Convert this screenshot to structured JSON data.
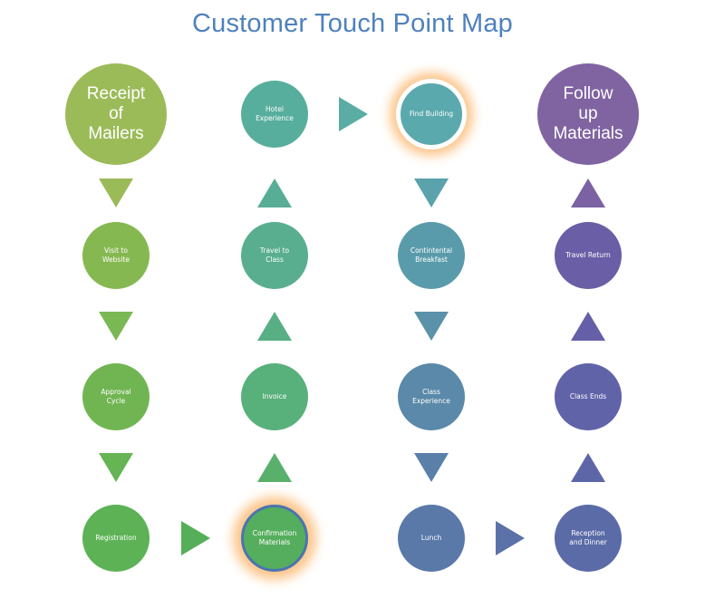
{
  "title": "Customer Touch Point Map",
  "colors": {
    "title": "#4f81bd",
    "highlight_glow": "#fcc58a",
    "highlight_border_blue": "#4a74b0"
  },
  "nodes": [
    {
      "id": "receipt-of-mailers",
      "label": "Receipt\nof\nMailers",
      "size": "big",
      "color": "#9bbb59",
      "col": 0,
      "row": 0
    },
    {
      "id": "visit-to-website",
      "label": "Visit to\nWebsite",
      "size": "small",
      "color": "#86b852",
      "col": 0,
      "row": 1
    },
    {
      "id": "approval-cycle",
      "label": "Approval\nCycle",
      "size": "small",
      "color": "#70b552",
      "col": 0,
      "row": 2
    },
    {
      "id": "registration",
      "label": "Registration",
      "size": "small",
      "color": "#5cb255",
      "col": 0,
      "row": 3
    },
    {
      "id": "confirmation-materials",
      "label": "Confirmation\nMaterials",
      "size": "small",
      "color": "#55ae5e",
      "col": 1,
      "row": 3,
      "highlight": "blue"
    },
    {
      "id": "invoice",
      "label": "Invoice",
      "size": "small",
      "color": "#58b07a",
      "col": 1,
      "row": 2
    },
    {
      "id": "travel-to-class",
      "label": "Travel to\nClass",
      "size": "small",
      "color": "#58ae8e",
      "col": 1,
      "row": 1
    },
    {
      "id": "hotel-experience",
      "label": "Hotel\nExperience",
      "size": "small",
      "color": "#58ae9c",
      "col": 1,
      "row": 0
    },
    {
      "id": "find-building",
      "label": "Find Building",
      "size": "small",
      "color": "#5aa9ad",
      "col": 2,
      "row": 0,
      "highlight": "white"
    },
    {
      "id": "continental-breakfast",
      "label": "Contintental\nBreakfast",
      "size": "small",
      "color": "#5a9bab",
      "col": 2,
      "row": 1
    },
    {
      "id": "class-experience",
      "label": "Class\nExperience",
      "size": "small",
      "color": "#5a89a9",
      "col": 2,
      "row": 2
    },
    {
      "id": "lunch",
      "label": "Lunch",
      "size": "small",
      "color": "#5a78a8",
      "col": 2,
      "row": 3
    },
    {
      "id": "reception-and-dinner",
      "label": "Reception\nand Dinner",
      "size": "small",
      "color": "#5b6ba8",
      "col": 3,
      "row": 3
    },
    {
      "id": "class-ends",
      "label": "Class Ends",
      "size": "small",
      "color": "#6063a8",
      "col": 3,
      "row": 2
    },
    {
      "id": "travel-return",
      "label": "Travel Return",
      "size": "small",
      "color": "#6a5ea6",
      "col": 3,
      "row": 1
    },
    {
      "id": "follow-up-materials",
      "label": "Follow\nup\nMaterials",
      "size": "big",
      "color": "#8064a2",
      "col": 3,
      "row": 0
    }
  ],
  "arrows": [
    {
      "dir": "down",
      "col": 0,
      "gap": 0,
      "color": "#9bbb59"
    },
    {
      "dir": "down",
      "col": 0,
      "gap": 1,
      "color": "#7ab854"
    },
    {
      "dir": "down",
      "col": 0,
      "gap": 2,
      "color": "#66b454"
    },
    {
      "dir": "right",
      "between": [
        0,
        1
      ],
      "row": 3,
      "color": "#55af59"
    },
    {
      "dir": "up",
      "col": 1,
      "gap": 2,
      "color": "#58b06a"
    },
    {
      "dir": "up",
      "col": 1,
      "gap": 1,
      "color": "#58af84"
    },
    {
      "dir": "up",
      "col": 1,
      "gap": 0,
      "color": "#58ad96"
    },
    {
      "dir": "right",
      "between": [
        1,
        2
      ],
      "row": 0,
      "color": "#5aaca4"
    },
    {
      "dir": "down",
      "col": 2,
      "gap": 0,
      "color": "#5aa3ad"
    },
    {
      "dir": "down",
      "col": 2,
      "gap": 1,
      "color": "#5a92aa"
    },
    {
      "dir": "down",
      "col": 2,
      "gap": 2,
      "color": "#5a80a9"
    },
    {
      "dir": "right",
      "between": [
        2,
        3
      ],
      "row": 3,
      "color": "#5a72a8"
    },
    {
      "dir": "up",
      "col": 3,
      "gap": 2,
      "color": "#5d67a8"
    },
    {
      "dir": "up",
      "col": 3,
      "gap": 1,
      "color": "#655fa7"
    },
    {
      "dir": "up",
      "col": 3,
      "gap": 0,
      "color": "#7a62a3"
    }
  ]
}
